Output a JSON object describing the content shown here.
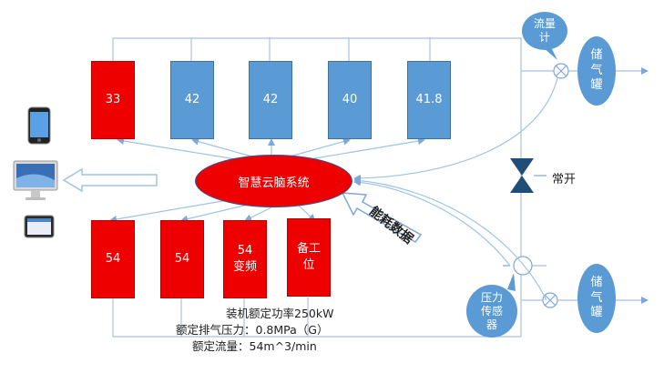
{
  "top_row": [
    {
      "value": "33",
      "color": "red"
    },
    {
      "value": "42",
      "color": "blue"
    },
    {
      "value": "42",
      "color": "blue"
    },
    {
      "value": "40",
      "color": "blue"
    },
    {
      "value": "41.8",
      "color": "blue"
    }
  ],
  "bottom_row": [
    {
      "line1": "54",
      "line2": ""
    },
    {
      "line1": "54",
      "line2": ""
    },
    {
      "line1": "54",
      "line2": "变频"
    },
    {
      "line1": "备工",
      "line2": "位"
    }
  ],
  "brain_label": "智慧云脑系统",
  "energy_data_label": "能耗数据",
  "flowmeter_label": {
    "line1": "流量",
    "line2": "计"
  },
  "pressure_sensor_label": {
    "line1": "压力",
    "line2": "传感",
    "line3": "器"
  },
  "valve_label": "常开",
  "tank_top": {
    "line1": "储",
    "line2": "气",
    "line3": "罐"
  },
  "tank_bottom": {
    "line1": "储",
    "line2": "气",
    "line3": "罐"
  },
  "specs": {
    "line1": "装机额定功率250kW",
    "line2": "额定排气压力：0.8MPa（G）",
    "line3": "额定流量：54m^3/min"
  },
  "colors": {
    "red": "#ee0000",
    "blue": "#5b9bd5",
    "line": "#8faadc",
    "arrow": "#9dc3e6"
  },
  "devices": [
    "phone-icon",
    "desktop-computer-icon",
    "tablet-icon"
  ]
}
